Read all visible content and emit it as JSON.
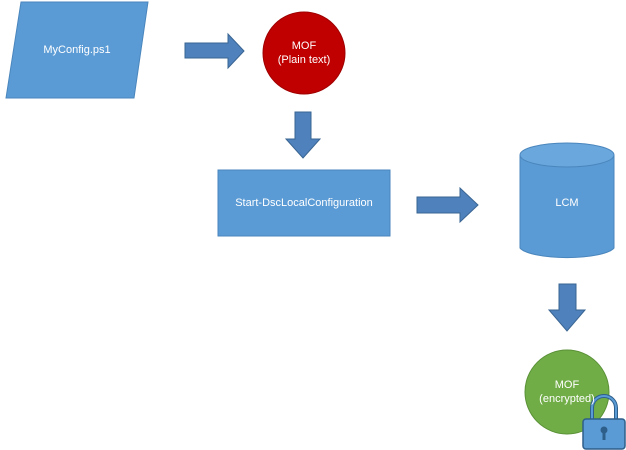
{
  "nodes": {
    "config_file": {
      "label": "MyConfig.ps1"
    },
    "mof_plain": {
      "line1": "MOF",
      "line2": "(Plain text)"
    },
    "start_cmd": {
      "label": "Start-DscLocalConfiguration"
    },
    "lcm": {
      "label": "LCM"
    },
    "mof_encrypted": {
      "line1": "MOF",
      "line2": "(encrypted)"
    }
  },
  "colors": {
    "box_fill": "#5b9bd5",
    "box_stroke": "#4a86bd",
    "arrow_fill": "#4f81bd",
    "arrow_stroke": "#3a6592",
    "mof_plain_fill": "#c00000",
    "mof_encrypted_fill": "#70ad47",
    "lock_body": "#5b9bd5",
    "lock_shackle": "#2e5f8a",
    "text": "#ffffff"
  },
  "icons": {
    "arrows": "right-arrow",
    "lock": "padlock-icon"
  }
}
